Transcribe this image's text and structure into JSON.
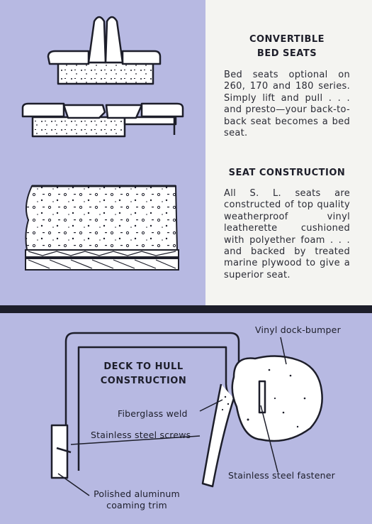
{
  "convertible": {
    "title_line1": "CONVERTIBLE",
    "title_line2": "BED SEATS",
    "body": "Bed seats optional on 260, 170 and 180 series. Simply lift and pull . . . and presto—your back-to-back seat becomes a bed seat."
  },
  "seat_construction": {
    "title": "SEAT CONSTRUCTION",
    "body": "All S. L. seats are constructed of top quality weatherproof vinyl leatherette cushioned with polyether foam . . . and backed by treated marine plywood to give a superior seat."
  },
  "deck_to_hull": {
    "title_line1": "DECK TO HULL",
    "title_line2": "CONSTRUCTION",
    "labels": {
      "vinyl_dock_bumper": "Vinyl dock-bumper",
      "fiberglass_weld": "Fiberglass weld",
      "stainless_steel_screws": "Stainless steel screws",
      "stainless_steel_fastener": "Stainless steel fastener",
      "polished_aluminum_line1": "Polished aluminum",
      "polished_aluminum_line2": "coaming trim"
    }
  },
  "colors": {
    "lavender": "#b7b9e2",
    "panel_white": "#f4f4f1",
    "ink": "#1d1e2a"
  }
}
